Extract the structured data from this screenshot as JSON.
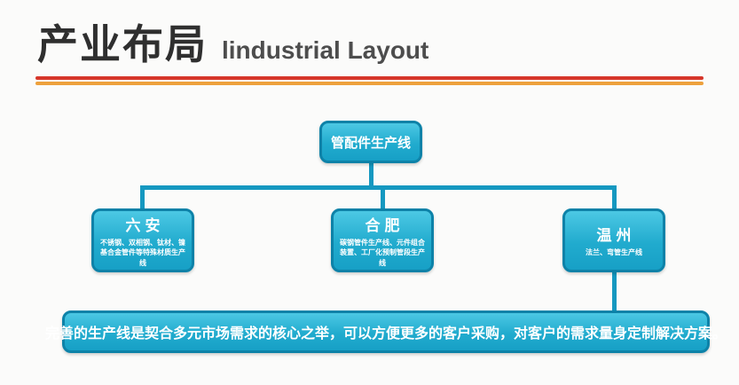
{
  "header": {
    "title_zh": "产业布局",
    "title_en": "lindustrial Layout"
  },
  "diagram": {
    "root": {
      "label": "管配件生产线"
    },
    "children": [
      {
        "title": "六安",
        "desc": "不锈钢、双相钢、钛材、镍基合金管件等特殊材质生产线"
      },
      {
        "title": "合肥",
        "desc": "碳钢管件生产线、元件组合装置、工厂化预制管段生产线"
      },
      {
        "title": "温州",
        "desc": "法兰、弯管生产线"
      }
    ],
    "summary": "完善的生产线是契合多元市场需求的核心之举，可以方便更多的客户采购，对客户的需求量身定制解决方案。"
  },
  "colors": {
    "node_fill_top": "#4cc8e4",
    "node_fill_bottom": "#17a0c6",
    "node_border": "#0d82a8",
    "connector": "#1598c0",
    "divider_red": "#d6362a",
    "divider_orange": "#eda13c",
    "title_text": "#2f2f2f",
    "node_text": "#ffffff"
  }
}
